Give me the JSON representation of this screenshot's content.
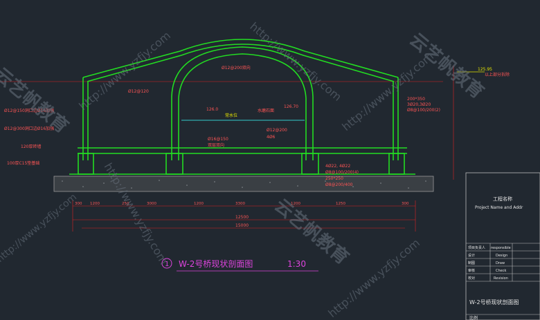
{
  "drawing": {
    "title": "W-2号桥现状剖面图",
    "scale": "1:30",
    "index_mark": "1"
  },
  "labels": {
    "rebar_arch": "Ø12@200双向",
    "rebar_main": "Ø12@120",
    "rebar_stirrup_left": "Ø12@150洞口边Ø16加强",
    "rebar_stirrup_left2": "Ø12@300洞口边Ø16加强",
    "slab": "120厚砖墙",
    "foundation": "100厚C15垫基础",
    "normal_water": "常水位",
    "stone": "水磨石面",
    "level_left": "126.0",
    "level_mid": "126.70",
    "level_right": "125.95",
    "above_removed": "以上部分拆除",
    "beam_size": "200*350",
    "beam_rebar1": "3Ø20,3Ø20",
    "beam_rebar2": "Ø8@100/200(2)",
    "rebar_right_mid": "Ø12@200",
    "rebar_right_mid2": "4Ø6",
    "rebar_bottom": "Ø16@150",
    "rebar_bottom2": "双层双向",
    "pile_rebar1": "4Ø22, 4Ø22",
    "pile_rebar2": "Ø8@100/200(4)",
    "pile_rebar3": "250*250",
    "pile_rebar4": "Ø8@200/400",
    "dim_total": "15000",
    "dim_mid": "12500"
  },
  "dimensions_row1": [
    "300",
    "1200",
    "250",
    "3000",
    "1200",
    "3300",
    "1200",
    "1250",
    "300"
  ],
  "title_block": {
    "project_cn": "工程名称",
    "project_en": "Project Name and Addr",
    "rows": [
      {
        "cn": "项目负责人",
        "en": "responsible"
      },
      {
        "cn": "设计",
        "en": "Design"
      },
      {
        "cn": "制图",
        "en": "Draw"
      },
      {
        "cn": "审核",
        "en": "Check"
      },
      {
        "cn": "校对",
        "en": "Revision"
      }
    ],
    "drawing_name": "W-2号桥现状剖面图",
    "bottom_label": "比例"
  },
  "watermark": {
    "text_cn": "云艺帆教育",
    "text_url": "http://www.yzfjy.com"
  },
  "colors": {
    "background": "#212830",
    "structure": "#22dd22",
    "dimension": "#dd2222",
    "text_red": "#ff5555",
    "text_yellow": "#e6e600",
    "water": "#33cccc",
    "title": "#dd44dd"
  }
}
